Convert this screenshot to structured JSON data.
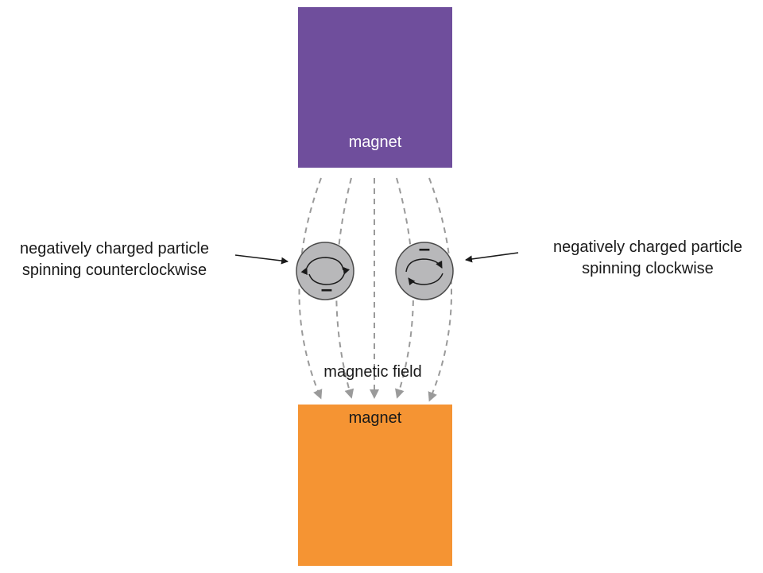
{
  "top_magnet": {
    "label": "magnet",
    "color": "#6f4e9c",
    "text_color": "#ffffff"
  },
  "bottom_magnet": {
    "label": "magnet",
    "color": "#f59433",
    "text_color": "#1a1a1a"
  },
  "field": {
    "label": "magnetic field",
    "line_color": "#9a9a9a"
  },
  "particle_left": {
    "label_line1": "negatively charged particle",
    "label_line2": "spinning counterclockwise",
    "charge": "–",
    "fill": "#b8b8ba"
  },
  "particle_right": {
    "label_line1": "negatively charged particle",
    "label_line2": "spinning clockwise",
    "charge": "–",
    "fill": "#b8b8ba"
  }
}
